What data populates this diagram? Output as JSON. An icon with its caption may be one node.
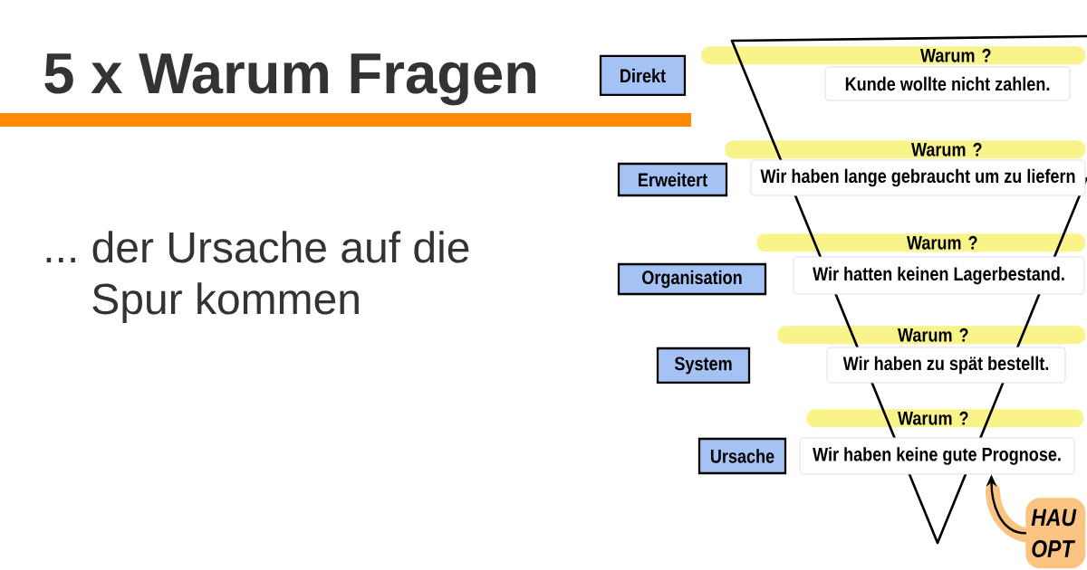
{
  "diagram": {
    "title": "5 x Warum Fragen",
    "nodes": [
      {
        "text": [
          "Direkt"
        ]
      },
      {
        "text": [
          "Warum ?"
        ]
      },
      {
        "text": [
          "Kunde wollte nicht zahlen."
        ]
      },
      {
        "text": [
          "Erweitert"
        ]
      },
      {
        "text": [
          "Warum ?"
        ]
      },
      {
        "text": [
          "Wir haben lange gebraucht um zu liefern"
        ]
      },
      {
        "text": [
          "Organisation"
        ]
      },
      {
        "text": [
          "Warum ?"
        ]
      },
      {
        "text": [
          "Wir hatten keinen Lagerbestand."
        ]
      },
      {
        "text": [
          "System"
        ]
      },
      {
        "text": [
          "Warum ?"
        ]
      },
      {
        "text": [
          "Wir haben zu spät bestellt."
        ]
      },
      {
        "text": [
          "Ursache"
        ]
      },
      {
        "text": [
          "Warum ?"
        ]
      },
      {
        "text": [
          "Wir haben keine gute Prognose."
        ]
      },
      {
        "text": [
          "HAU OPT"
        ]
      }
    ],
    "edges": [
      {
        "from": 15,
        "to": 14,
        "arrow": "to"
      }
    ],
    "labels": [
      "... der Ursache auf die Spur kommen"
    ]
  }
}
